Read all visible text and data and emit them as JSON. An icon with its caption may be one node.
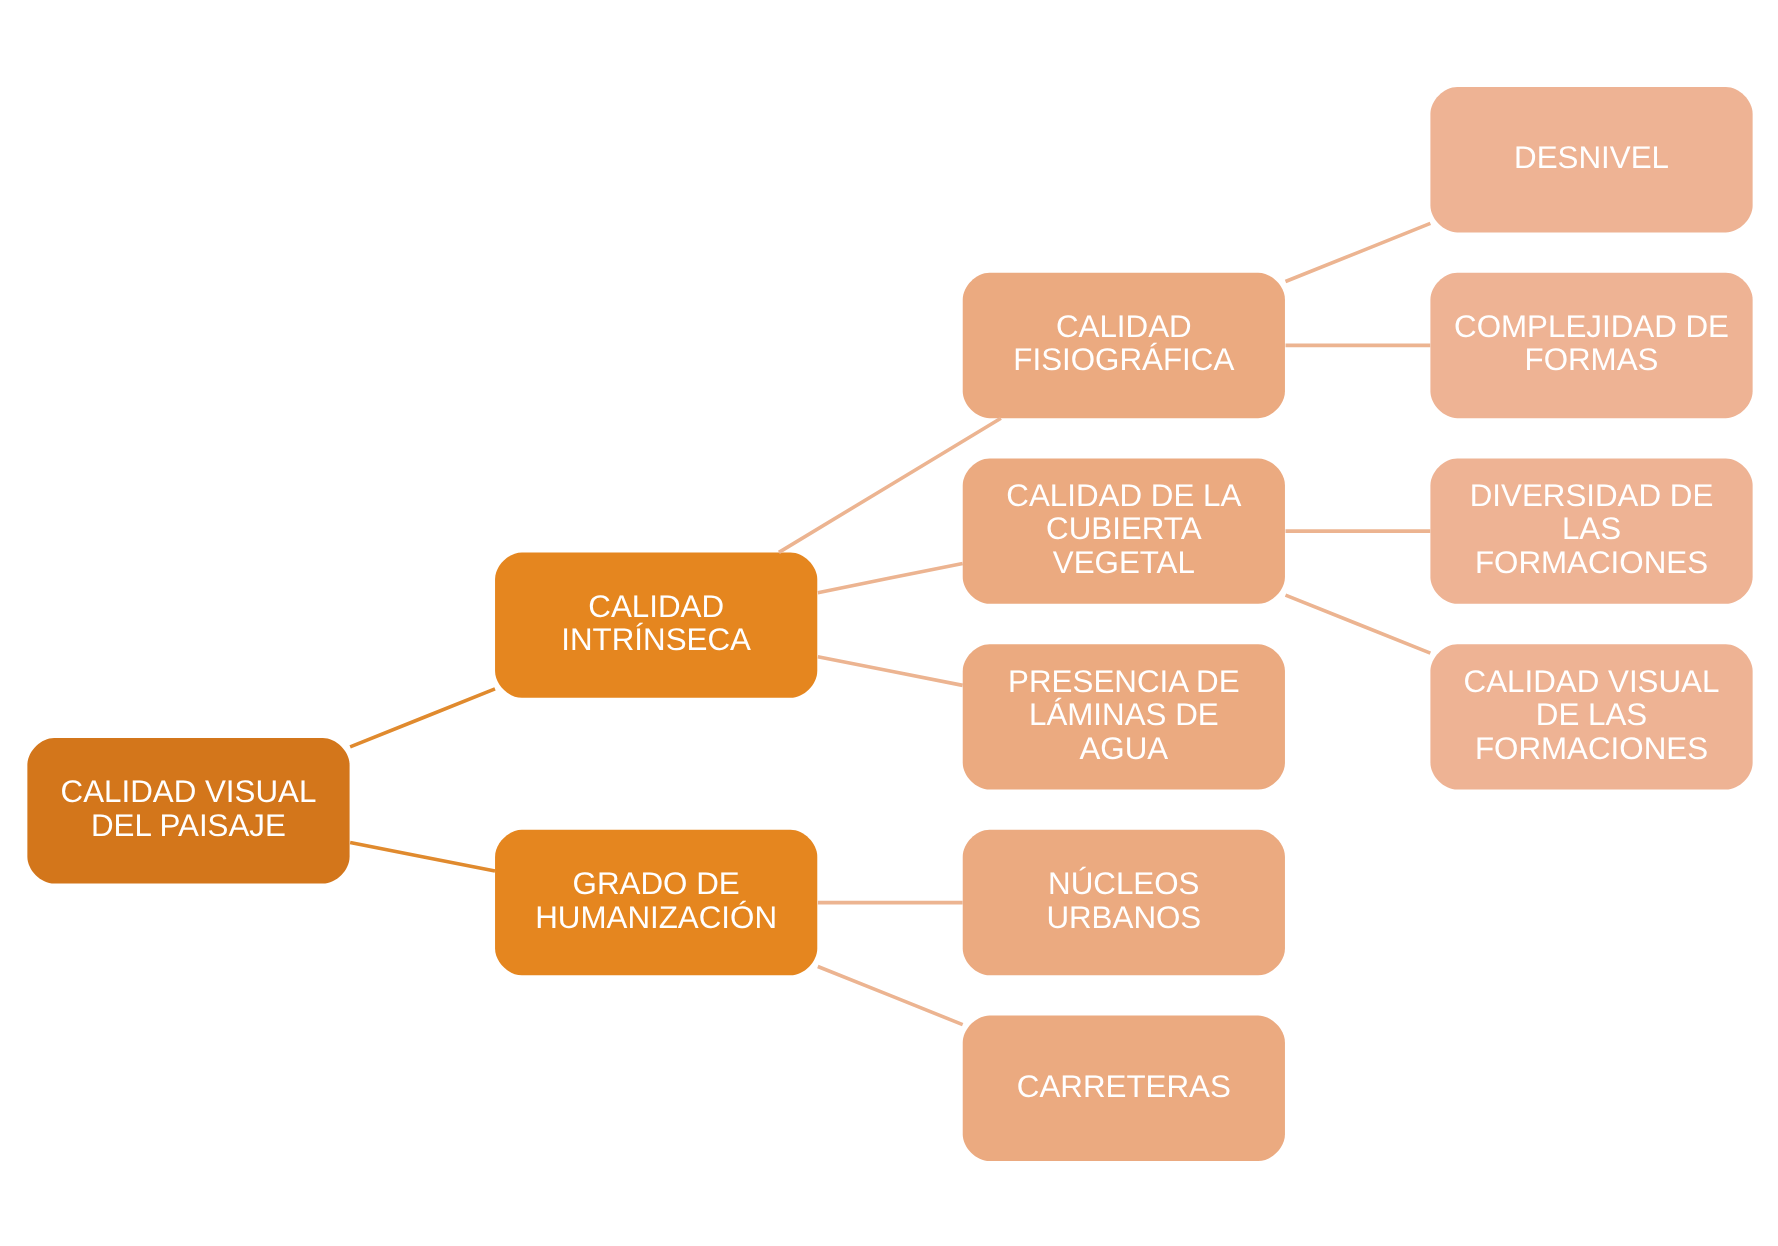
{
  "diagram": {
    "nodes": [
      {
        "text": [
          "CALIDAD VISUAL DEL PAISAJE"
        ]
      },
      {
        "text": [
          "CALIDAD INTRÍNSECA"
        ]
      },
      {
        "text": [
          "GRADO DE HUMANIZACIÓN"
        ]
      },
      {
        "text": [
          "CALIDAD FISIOGRÁFICA"
        ]
      },
      {
        "text": [
          "CALIDAD DE LA CUBIERTA VEGETAL"
        ]
      },
      {
        "text": [
          "PRESENCIA DE LÁMINAS DE AGUA"
        ]
      },
      {
        "text": [
          "NÚCLEOS URBANOS"
        ]
      },
      {
        "text": [
          "CARRETERAS"
        ]
      },
      {
        "text": [
          "DESNIVEL"
        ]
      },
      {
        "text": [
          "COMPLEJIDAD DE FORMAS"
        ]
      },
      {
        "text": [
          "DIVERSIDAD DE LAS FORMACIONES"
        ]
      },
      {
        "text": [
          "CALIDAD VISUAL DE LAS FORMACIONES"
        ]
      }
    ],
    "edges": [
      {
        "from": 0,
        "to": 1,
        "arrow": "none",
        "color": "#e08a2e"
      },
      {
        "from": 0,
        "to": 2,
        "arrow": "none",
        "color": "#e08a2e"
      },
      {
        "from": 1,
        "to": 3,
        "arrow": "none"
      },
      {
        "from": 1,
        "to": 4,
        "arrow": "none"
      },
      {
        "from": 1,
        "to": 5,
        "arrow": "none"
      },
      {
        "from": 2,
        "to": 6,
        "arrow": "none"
      },
      {
        "from": 2,
        "to": 7,
        "arrow": "none"
      },
      {
        "from": 3,
        "to": 8,
        "arrow": "none"
      },
      {
        "from": 3,
        "to": 9,
        "arrow": "none"
      },
      {
        "from": 4,
        "to": 10,
        "arrow": "none"
      },
      {
        "from": 4,
        "to": 11,
        "arrow": "none"
      }
    ]
  }
}
